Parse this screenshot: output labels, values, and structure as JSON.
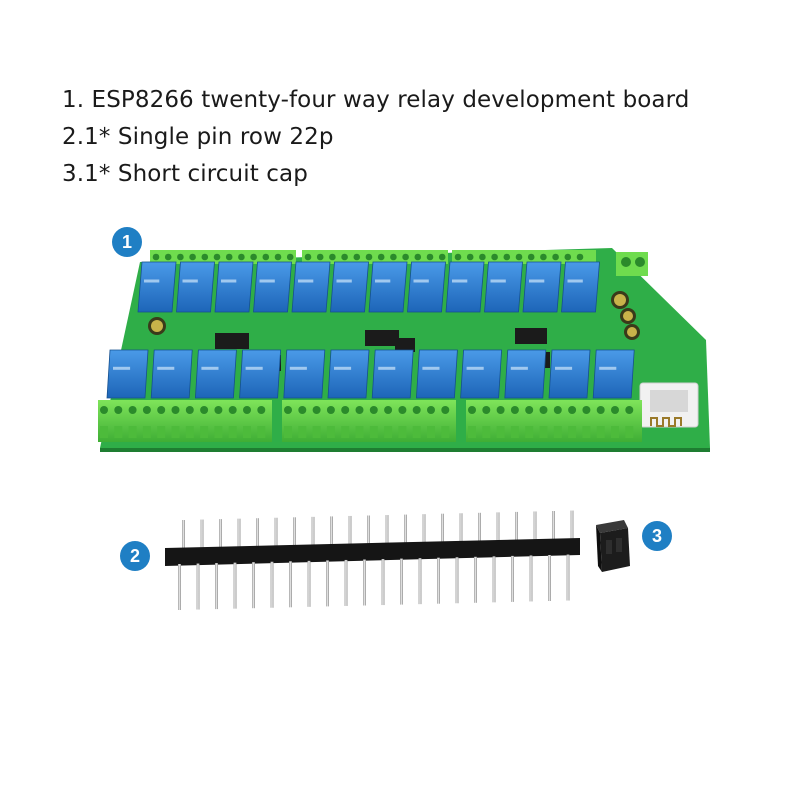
{
  "captions": [
    "1. ESP8266 twenty-four way relay development board",
    "2.1* Single pin row 22p",
    "3.1* Short circuit cap"
  ],
  "badges": {
    "board": "1",
    "pin_header": "2",
    "jumper_cap": "3"
  },
  "colors": {
    "badge": "#1f7fc4",
    "pcb": "#2fae48",
    "relay": "#2f7fd0",
    "terminal": "#63d24a",
    "module": "#f1f1f1"
  }
}
